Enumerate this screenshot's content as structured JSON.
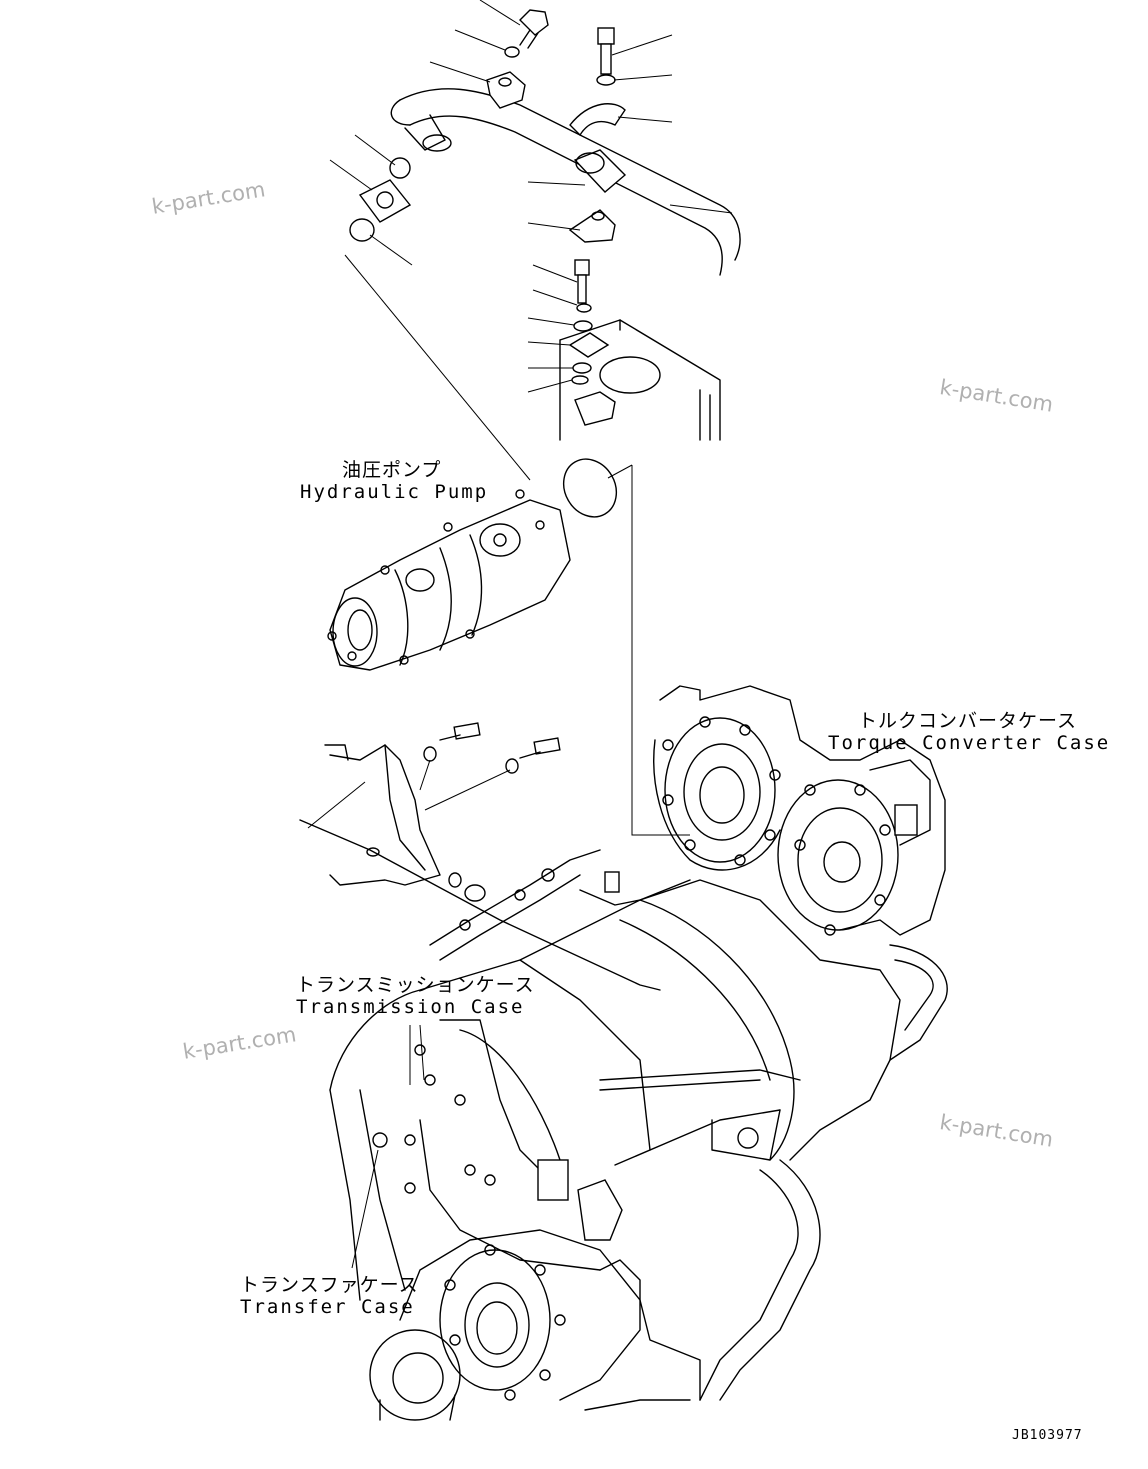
{
  "labels": {
    "hydraulic_pump": {
      "ja": "油圧ポンプ",
      "en": "Hydraulic Pump"
    },
    "torque_converter_case": {
      "ja": "トルクコンバータケース",
      "en": "Torque Converter Case"
    },
    "transmission_case": {
      "ja": "トランスミッションケース",
      "en": "Transmission Case"
    },
    "transfer_case": {
      "ja": "トランスファケース",
      "en": "Transfer Case"
    }
  },
  "watermark": "k-part.com",
  "drawing_code": "JB103977"
}
